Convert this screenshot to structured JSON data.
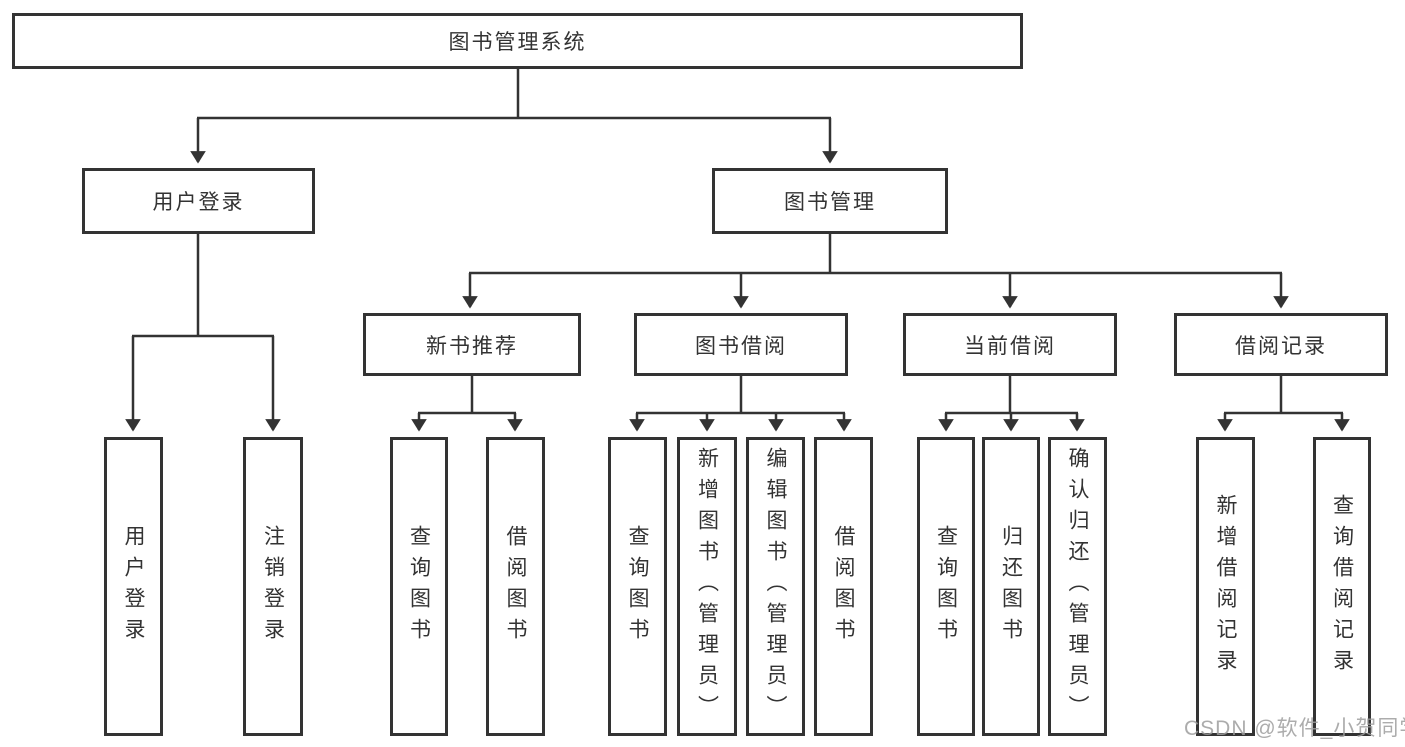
{
  "tree": {
    "label": "图书管理系统",
    "children": [
      {
        "label": "用户登录",
        "children": [
          {
            "label": "用户登录"
          },
          {
            "label": "注销登录"
          }
        ]
      },
      {
        "label": "图书管理",
        "children": [
          {
            "label": "新书推荐",
            "children": [
              {
                "label": "查询图书"
              },
              {
                "label": "借阅图书"
              }
            ]
          },
          {
            "label": "图书借阅",
            "children": [
              {
                "label": "查询图书"
              },
              {
                "label": "新增图书（管理员）"
              },
              {
                "label": "编辑图书（管理员）"
              },
              {
                "label": "借阅图书"
              }
            ]
          },
          {
            "label": "当前借阅",
            "children": [
              {
                "label": "查询图书"
              },
              {
                "label": "归还图书"
              },
              {
                "label": "确认归还（管理员）"
              }
            ]
          },
          {
            "label": "借阅记录",
            "children": [
              {
                "label": "新增借阅记录"
              },
              {
                "label": "查询借阅记录"
              }
            ]
          }
        ]
      }
    ]
  },
  "watermark": {
    "text": "CSDN @软件_小贺同学"
  },
  "colors": {
    "line": "#333333",
    "box_border": "#333333",
    "text": "#333333",
    "background": "#ffffff",
    "watermark": "#9e9e9e"
  }
}
